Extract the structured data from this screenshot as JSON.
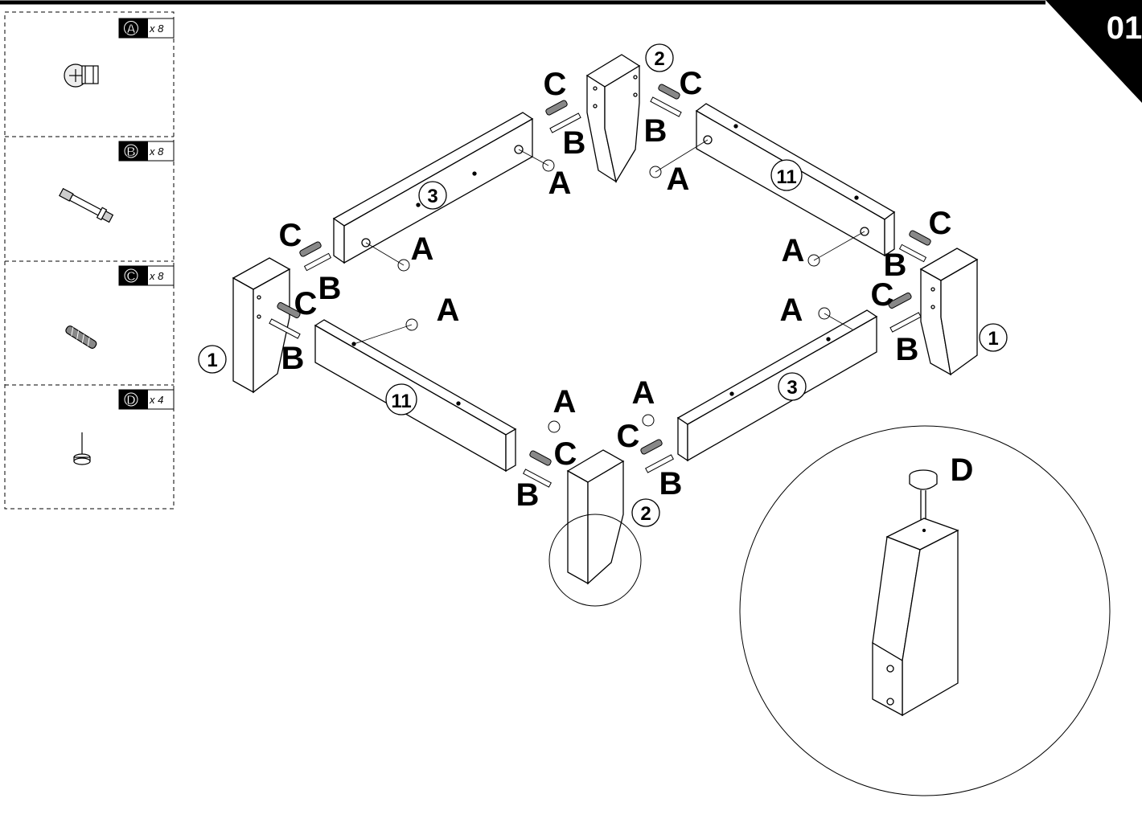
{
  "step_number": "01",
  "parts": [
    {
      "letter": "A",
      "qty": "x 8",
      "icon": "cam-lock-icon"
    },
    {
      "letter": "B",
      "qty": "x 8",
      "icon": "cam-bolt-icon"
    },
    {
      "letter": "C",
      "qty": "x 8",
      "icon": "wooden-dowel-icon"
    },
    {
      "letter": "D",
      "qty": "x 4",
      "icon": "leveling-foot-icon"
    }
  ],
  "part_numbers": {
    "leg_1": "1",
    "leg_2": "2",
    "rail_3": "3",
    "rail_11": "11"
  },
  "detail_callout_label": "D"
}
